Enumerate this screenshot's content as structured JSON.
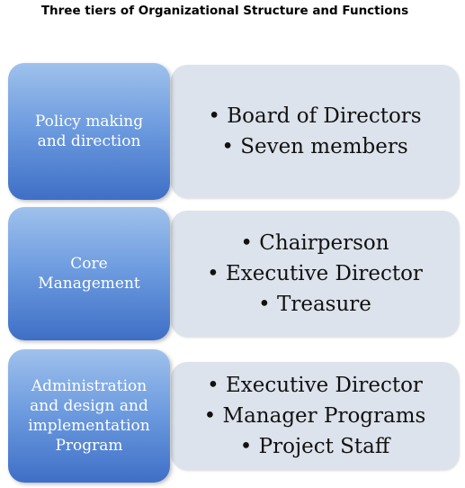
{
  "title": "Three tiers of Organizational Structure and Functions",
  "tiers": [
    {
      "label": "Policy making\nand direction",
      "items": [
        "Board of Directors",
        "Seven members"
      ]
    },
    {
      "label": "Core\nManagement",
      "items": [
        "Chairperson",
        "Executive Director",
        "Treasure"
      ]
    },
    {
      "label": "Administration\nand design and\nimplementation\nProgram",
      "items": [
        "Executive Director",
        "Manager Programs",
        "Project Staff"
      ]
    }
  ],
  "colors": {
    "block_gradient": [
      "#9fc1ec",
      "#6f9de0",
      "#3e6fc6"
    ],
    "panel": "#dce3ec",
    "label_text": "#ffffff"
  }
}
